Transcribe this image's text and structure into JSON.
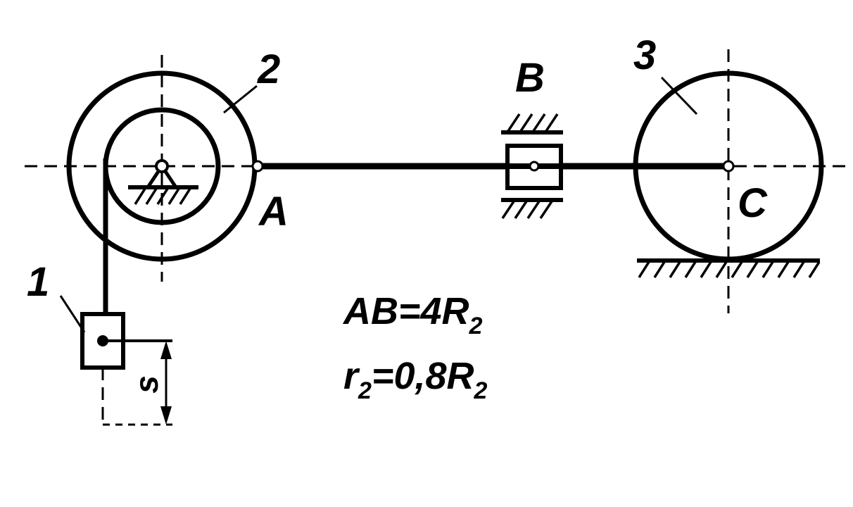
{
  "labels": {
    "body1": "1",
    "body2": "2",
    "body3": "3",
    "pointA": "A",
    "pointB": "B",
    "pointC": "C",
    "coordinate": "s"
  },
  "equations": {
    "line1_main": "AB=4R",
    "line1_sub": "2",
    "line2_r": "r",
    "line2_r_sub": "2",
    "line2_main": "=0,8R",
    "line2_sub": "2"
  }
}
